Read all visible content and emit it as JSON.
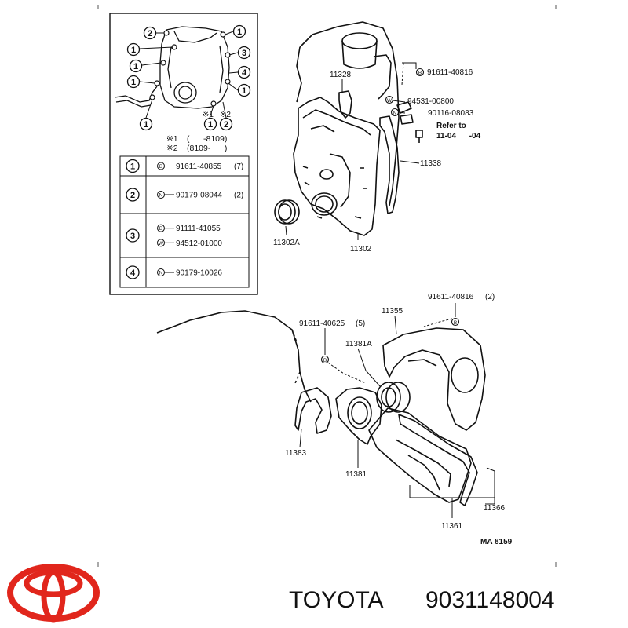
{
  "inset": {
    "callouts": [
      "2",
      "1",
      "1",
      "1",
      "1",
      "3",
      "4",
      "1",
      "1",
      "1",
      "2"
    ],
    "star_label_1": "※1",
    "star_label_2": "※2",
    "note_1_marker": "※1",
    "note_1_range": "(      -8109)",
    "note_2_marker": "※2",
    "note_2_range": "(8109-      )",
    "table": [
      {
        "key": "1",
        "entries": [
          {
            "icon": "B",
            "part": "91611-40855",
            "qty": "(7)"
          }
        ]
      },
      {
        "key": "2",
        "entries": [
          {
            "icon": "N",
            "part": "90179-08044",
            "qty": "(2)"
          }
        ]
      },
      {
        "key": "3",
        "entries": [
          {
            "icon": "B",
            "part": "91111-41055",
            "qty": ""
          },
          {
            "icon": "W",
            "part": "94512-01000",
            "qty": ""
          }
        ]
      },
      {
        "key": "4",
        "entries": [
          {
            "icon": "N",
            "part": "90179-10026",
            "qty": ""
          }
        ]
      }
    ]
  },
  "upper_parts": {
    "p11328": "11328",
    "p91611_40816": "91611-40816",
    "p94531_00800": "94531-00800",
    "p90116_08083": "90116-08083",
    "refer_to": "Refer to",
    "refer_range": "11-04      -04",
    "p11338": "11338",
    "p11302A": "11302A",
    "p11302": "11302"
  },
  "lower_parts": {
    "p91611_40816": "91611-40816",
    "p91611_40816_qty": "(2)",
    "p91611_40625": "91611-40625",
    "p91611_40625_qty": "(5)",
    "p11355": "11355",
    "p11381A": "11381A",
    "p11383": "11383",
    "p11381": "11381",
    "p11366": "11366",
    "p11361": "11361",
    "figure_code": "MA 8159"
  },
  "footer": {
    "brand": "TOYOTA",
    "part_number": "9031148004"
  },
  "colors": {
    "brand_red": "#e1261c",
    "ink": "#111111"
  }
}
